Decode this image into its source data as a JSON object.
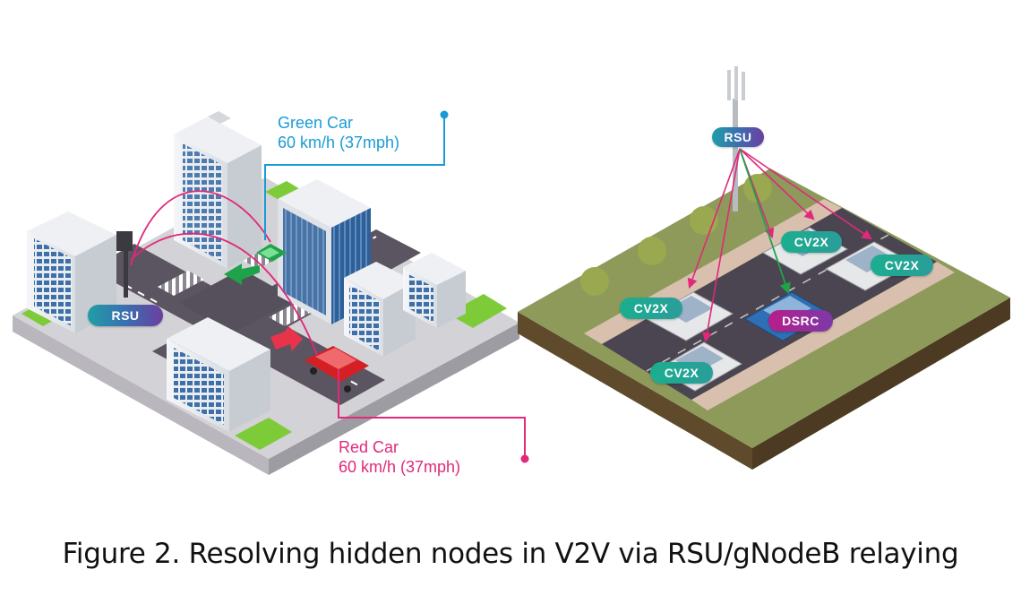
{
  "left_scene": {
    "green_car": {
      "name": "Green Car",
      "speed": "60 km/h (37mph)",
      "color": "#1a9bd7"
    },
    "red_car": {
      "name": "Red Car",
      "speed": "60 km/h (37mph)",
      "color": "#e0297a"
    },
    "rsu_label": "RSU"
  },
  "right_scene": {
    "rsu_label": "RSU",
    "cv2x_labels": [
      "CV2X",
      "CV2X",
      "CV2X",
      "CV2X"
    ],
    "dsrc_label": "DSRC"
  },
  "caption": "Figure 2. Resolving hidden nodes in V2V via RSU/gNodeB relaying",
  "colors": {
    "link_magenta": "#e0297a",
    "link_green": "#1ea34a",
    "callout_blue": "#1a9bd7"
  }
}
